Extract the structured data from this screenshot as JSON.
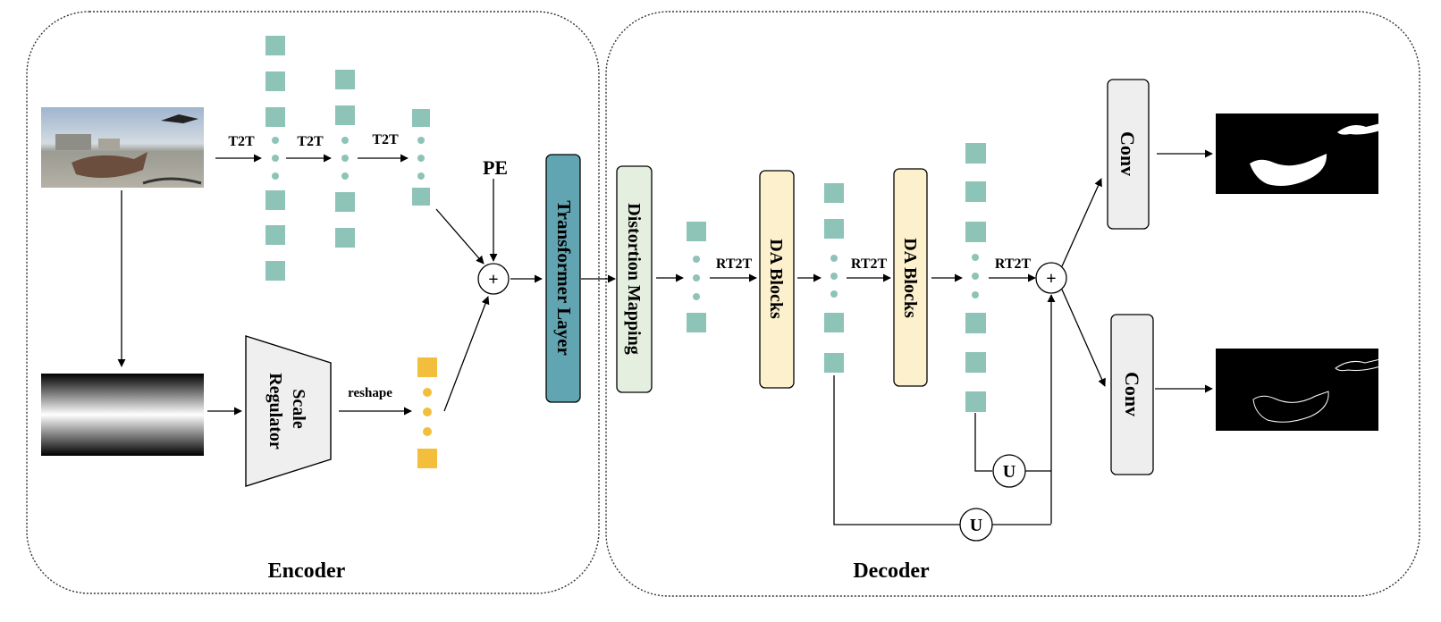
{
  "encoder": {
    "title": "Encoder"
  },
  "decoder": {
    "title": "Decoder"
  },
  "labels": {
    "t2t": "T2T",
    "rt2t": "RT2T",
    "pe": "PE",
    "reshape": "reshape",
    "plus": "+",
    "upsample": "U"
  },
  "blocks": {
    "scale_regulator": [
      "Scale",
      "Regulator"
    ],
    "transformer_layer": "Transformer Layer",
    "distortion_mapping": "Distortion Mapping",
    "da_blocks": "DA Blocks",
    "conv": "Conv"
  },
  "colors": {
    "token": "#8ec3b8",
    "scale_token": "#f3be3c",
    "transformer": "#62a5b2",
    "distortion": "#e4efdf",
    "da_blocks": "#fdf1cd",
    "conv": "#eeeeee",
    "regulator": "#efefef"
  }
}
